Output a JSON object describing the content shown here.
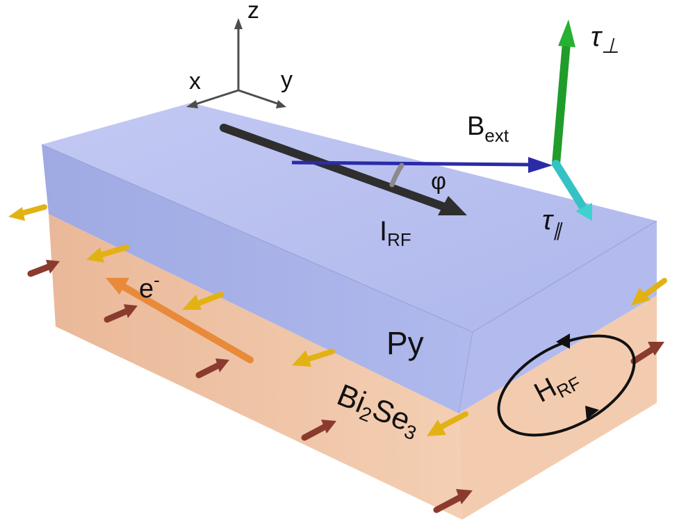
{
  "axes": {
    "x": "x",
    "y": "y",
    "z": "z"
  },
  "labels": {
    "tau_perp": {
      "base": "τ",
      "sub": "⊥"
    },
    "tau_par": {
      "base": "τ",
      "sub": "∥"
    },
    "b_ext": {
      "base": "B",
      "sub": "ext"
    },
    "phi": "φ",
    "i_rf": {
      "base": "I",
      "sub": "RF"
    },
    "electron": {
      "base": "e",
      "sup": "-"
    },
    "py": "Py",
    "bi2se3": {
      "a": "Bi",
      "a_sub": "2",
      "b": "Se",
      "b_sub": "3"
    },
    "h_rf": {
      "base": "H",
      "sub": "RF"
    }
  },
  "colors": {
    "py_top": "#b7bff0",
    "py_front": "#a4aee8",
    "py_side": "#b2bbee",
    "bise_front": "#f1c6a8",
    "bise_side": "#f3cdb1",
    "current_arrow": "#2e2e2e",
    "field_arrow": "#2b2ba8",
    "tau_perp": "#1f9c2a",
    "tau_par": "#35c2c4",
    "electron_arrow": "#e98a3a",
    "spin_arrow_gold": "#e2b214",
    "spin_arrow_brown": "#8a3b2e",
    "axis_color": "#4d4d4d",
    "loop": "#111111"
  }
}
